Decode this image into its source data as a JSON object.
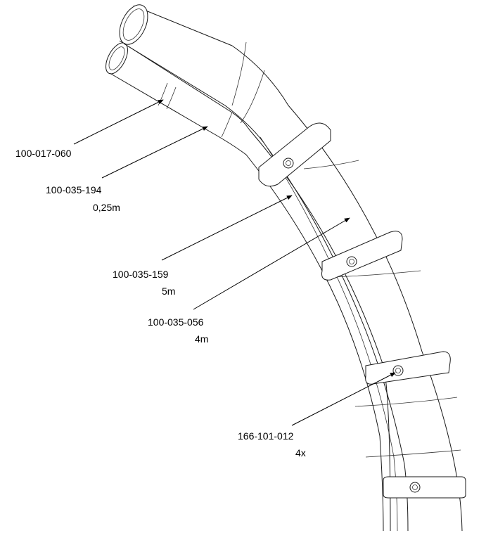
{
  "callouts": [
    {
      "part": "100-017-060",
      "qty": ""
    },
    {
      "part": "100-035-194",
      "qty": "0,25m"
    },
    {
      "part": "100-035-159",
      "qty": "5m"
    },
    {
      "part": "100-035-056",
      "qty": "4m"
    },
    {
      "part": "166-101-012",
      "qty": "4x"
    }
  ],
  "colors": {
    "line": "#1a1a1a",
    "background": "#ffffff"
  }
}
